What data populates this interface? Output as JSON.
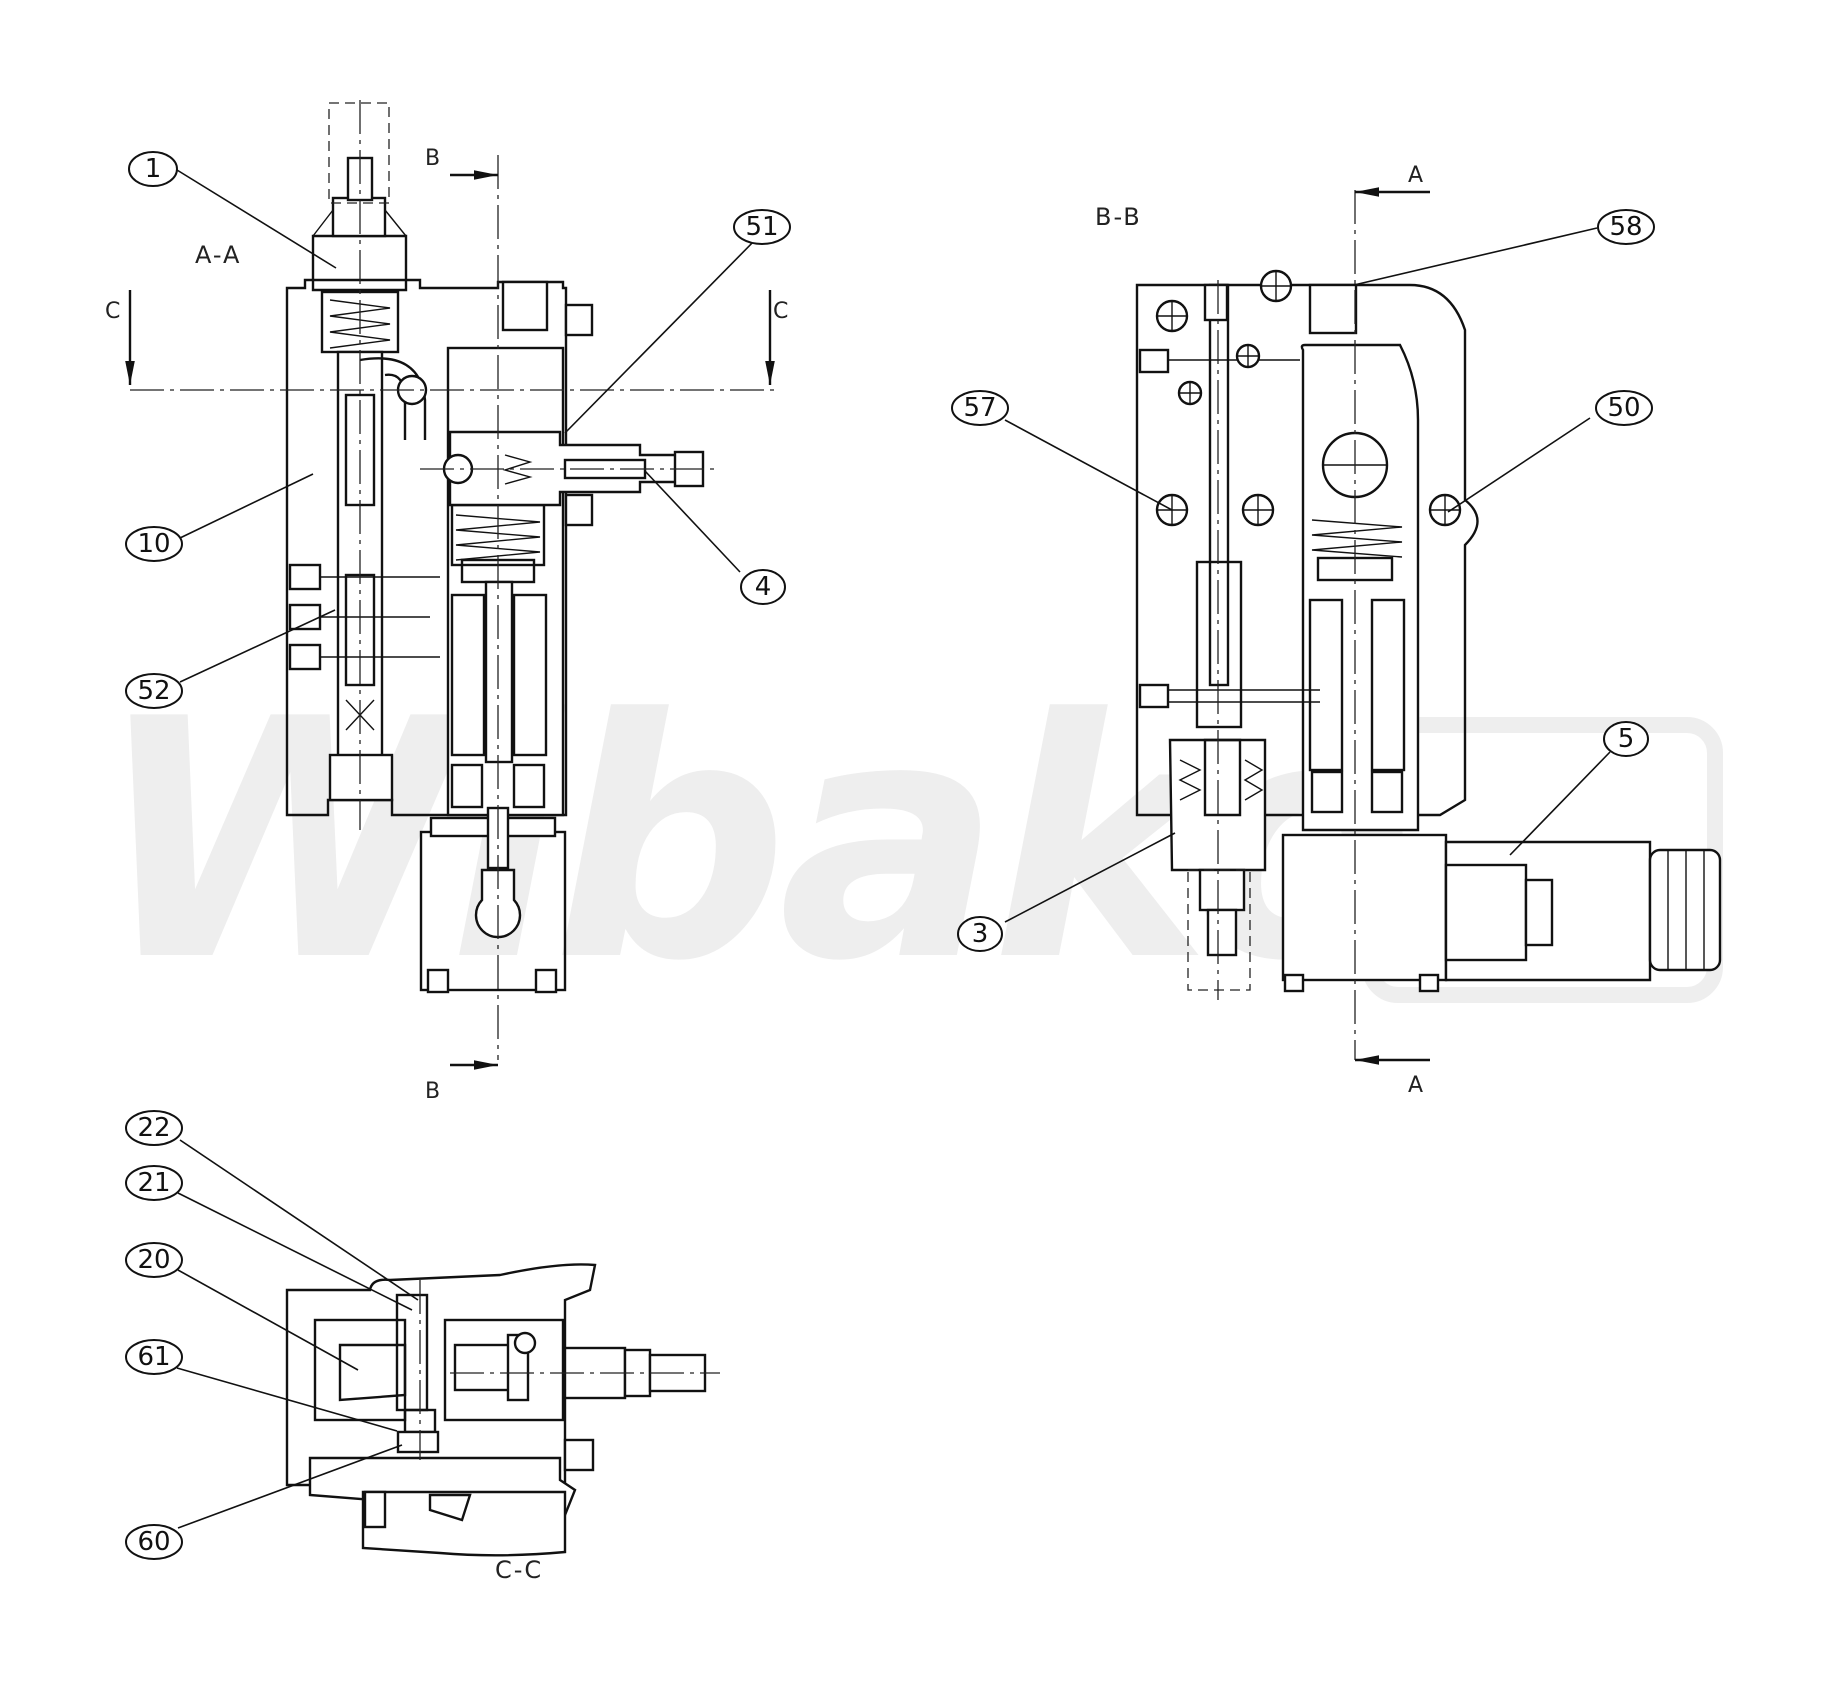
{
  "watermark": "Wibako",
  "views": {
    "aa": {
      "label": "A-A"
    },
    "bb": {
      "label": "B-B"
    },
    "cc": {
      "label": "C-C"
    }
  },
  "section_markers": {
    "b_top": "B",
    "b_bottom": "B",
    "c_left": "C",
    "c_right": "C",
    "a_top": "A",
    "a_bottom": "A"
  },
  "callouts": {
    "c1": "1",
    "c51": "51",
    "c10": "10",
    "c4": "4",
    "c52": "52",
    "c58": "58",
    "c57": "57",
    "c50": "50",
    "c5": "5",
    "c3": "3",
    "c22": "22",
    "c21": "21",
    "c20": "20",
    "c61": "61",
    "c60": "60"
  },
  "colors": {
    "line": "#111111",
    "watermark": "#eeeeee",
    "background": "#ffffff"
  }
}
